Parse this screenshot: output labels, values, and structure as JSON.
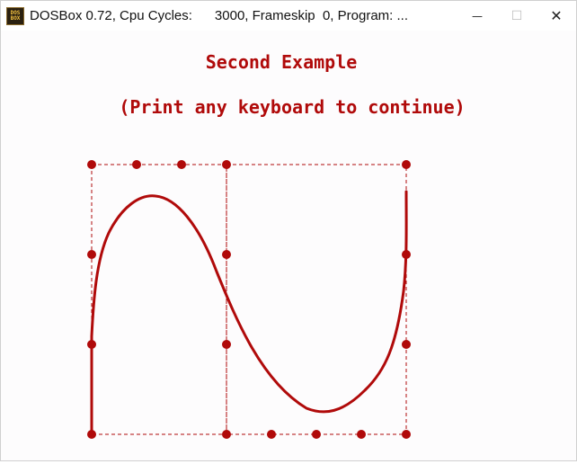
{
  "window": {
    "title": "DOSBox 0.72, Cpu Cycles:      3000, Frameskip  0, Program: ...",
    "icon_text_top": "DOS",
    "icon_text_bottom": "BOX",
    "minimize_glyph": "—",
    "maximize_glyph": "☐",
    "close_glyph": "✕"
  },
  "screen": {
    "heading": "Second Example",
    "prompt": "(Print any keyboard to continue)",
    "draw_color": "#b00a0a"
  }
}
